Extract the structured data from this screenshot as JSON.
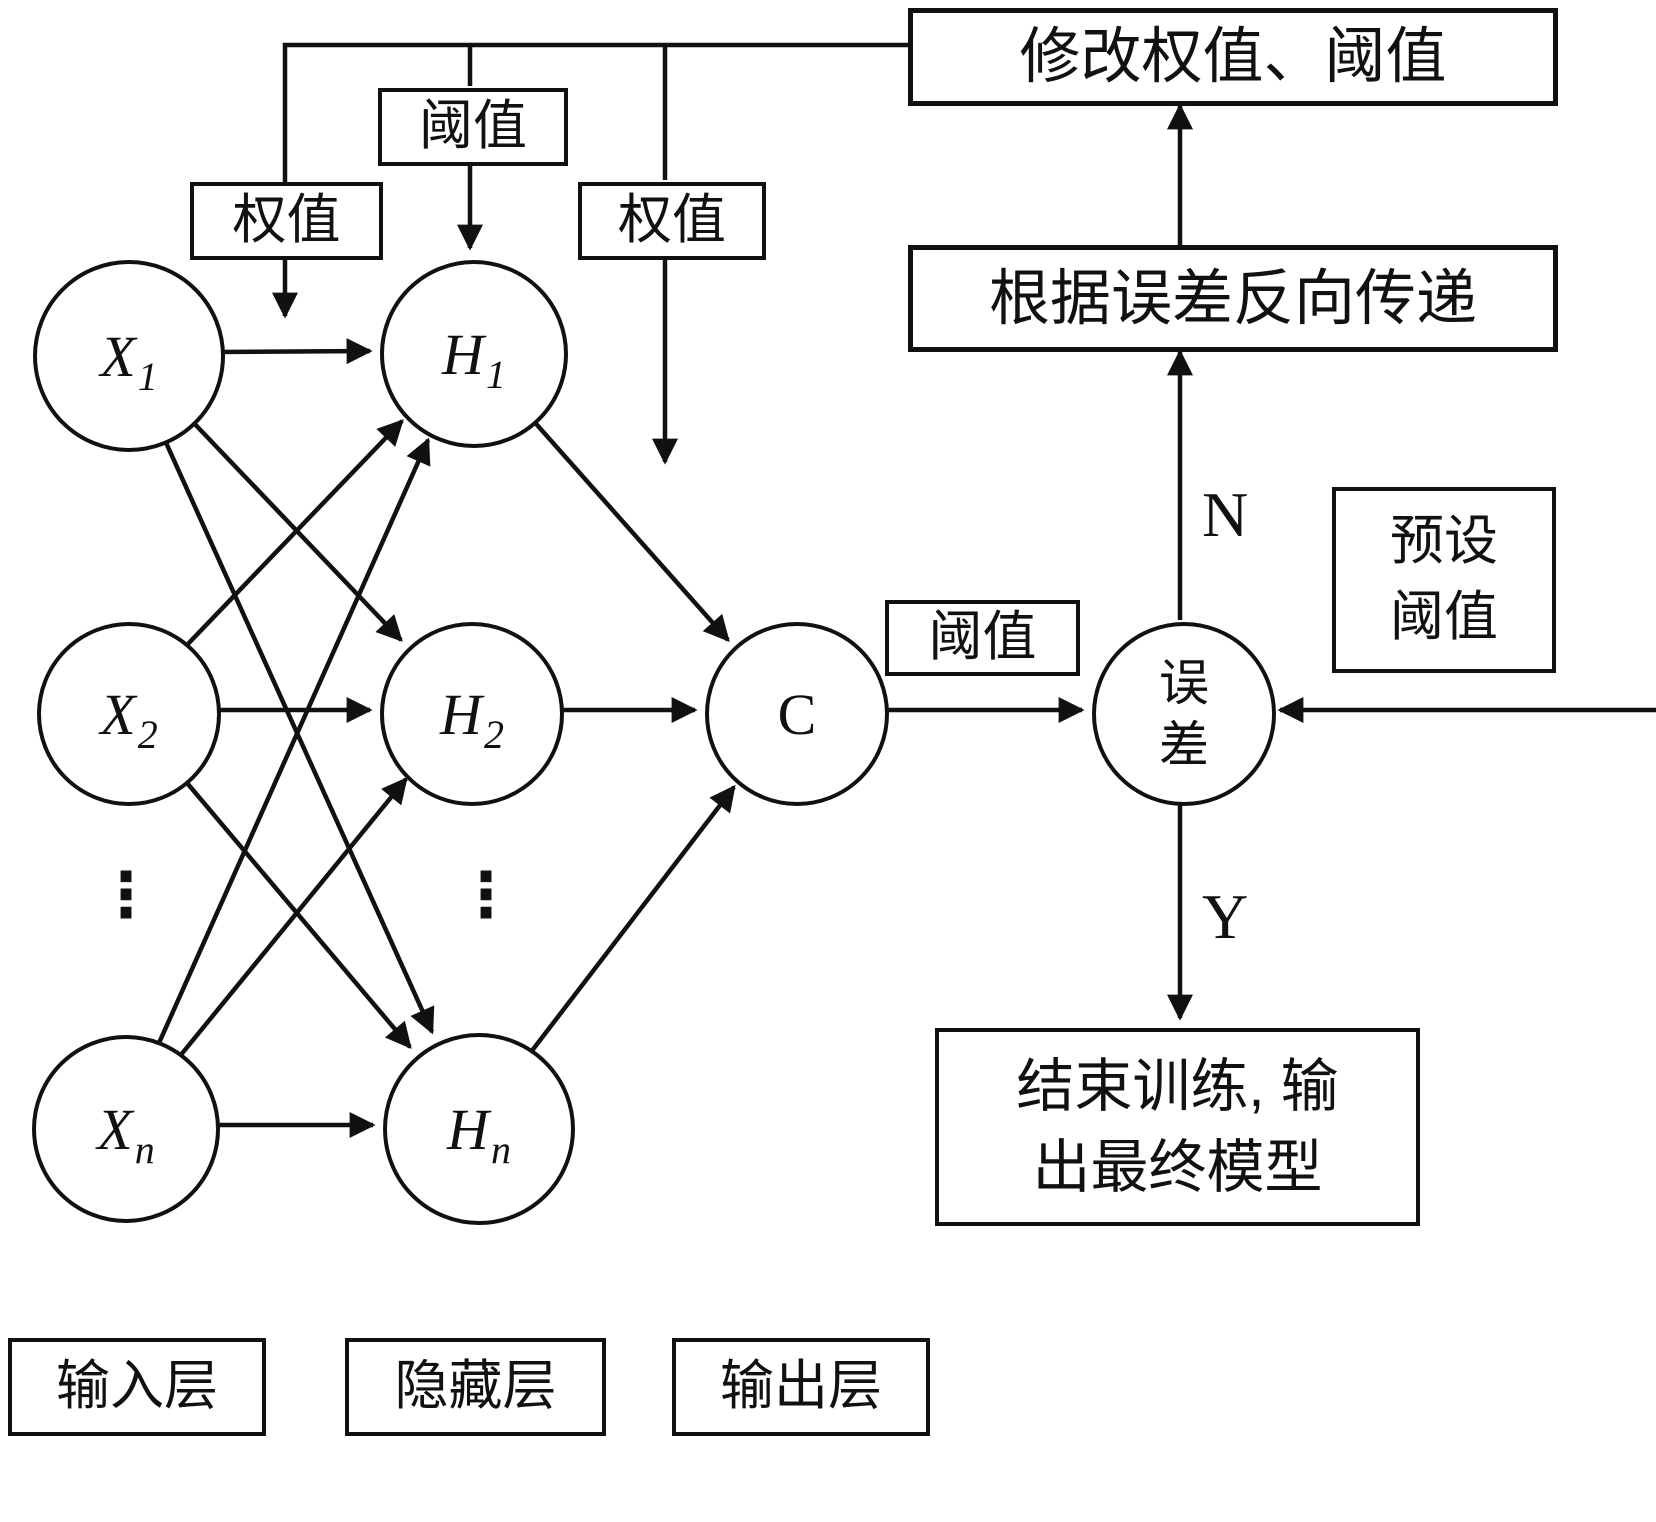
{
  "nodes": {
    "x1": {
      "base": "X",
      "sub": "1"
    },
    "x2": {
      "base": "X",
      "sub": "2"
    },
    "xn": {
      "base": "X",
      "sub": "n"
    },
    "h1": {
      "base": "H",
      "sub": "1"
    },
    "h2": {
      "base": "H",
      "sub": "2"
    },
    "hn": {
      "base": "H",
      "sub": "n"
    },
    "c": {
      "base": "C"
    },
    "error": {
      "line1": "误",
      "line2": "差"
    }
  },
  "ellipsis": {
    "input": "⋮",
    "hidden": "⋮"
  },
  "boxes": {
    "threshold_top": {
      "label": "阈值"
    },
    "weight_left": {
      "label": "权值"
    },
    "weight_right": {
      "label": "权值"
    },
    "modify_weights": {
      "label": "修改权值、阈值"
    },
    "backprop": {
      "label": "根据误差反向传递"
    },
    "preset_threshold": {
      "line1": "预设",
      "line2": "阈值"
    },
    "threshold_mid": {
      "label": "阈值"
    },
    "finish": {
      "line1": "结束训练, 输",
      "line2": "出最终模型"
    },
    "legend_input": {
      "label": "输入层"
    },
    "legend_hidden": {
      "label": "隐藏层"
    },
    "legend_output": {
      "label": "输出层"
    }
  },
  "branch_labels": {
    "no": "N",
    "yes": "Y"
  }
}
